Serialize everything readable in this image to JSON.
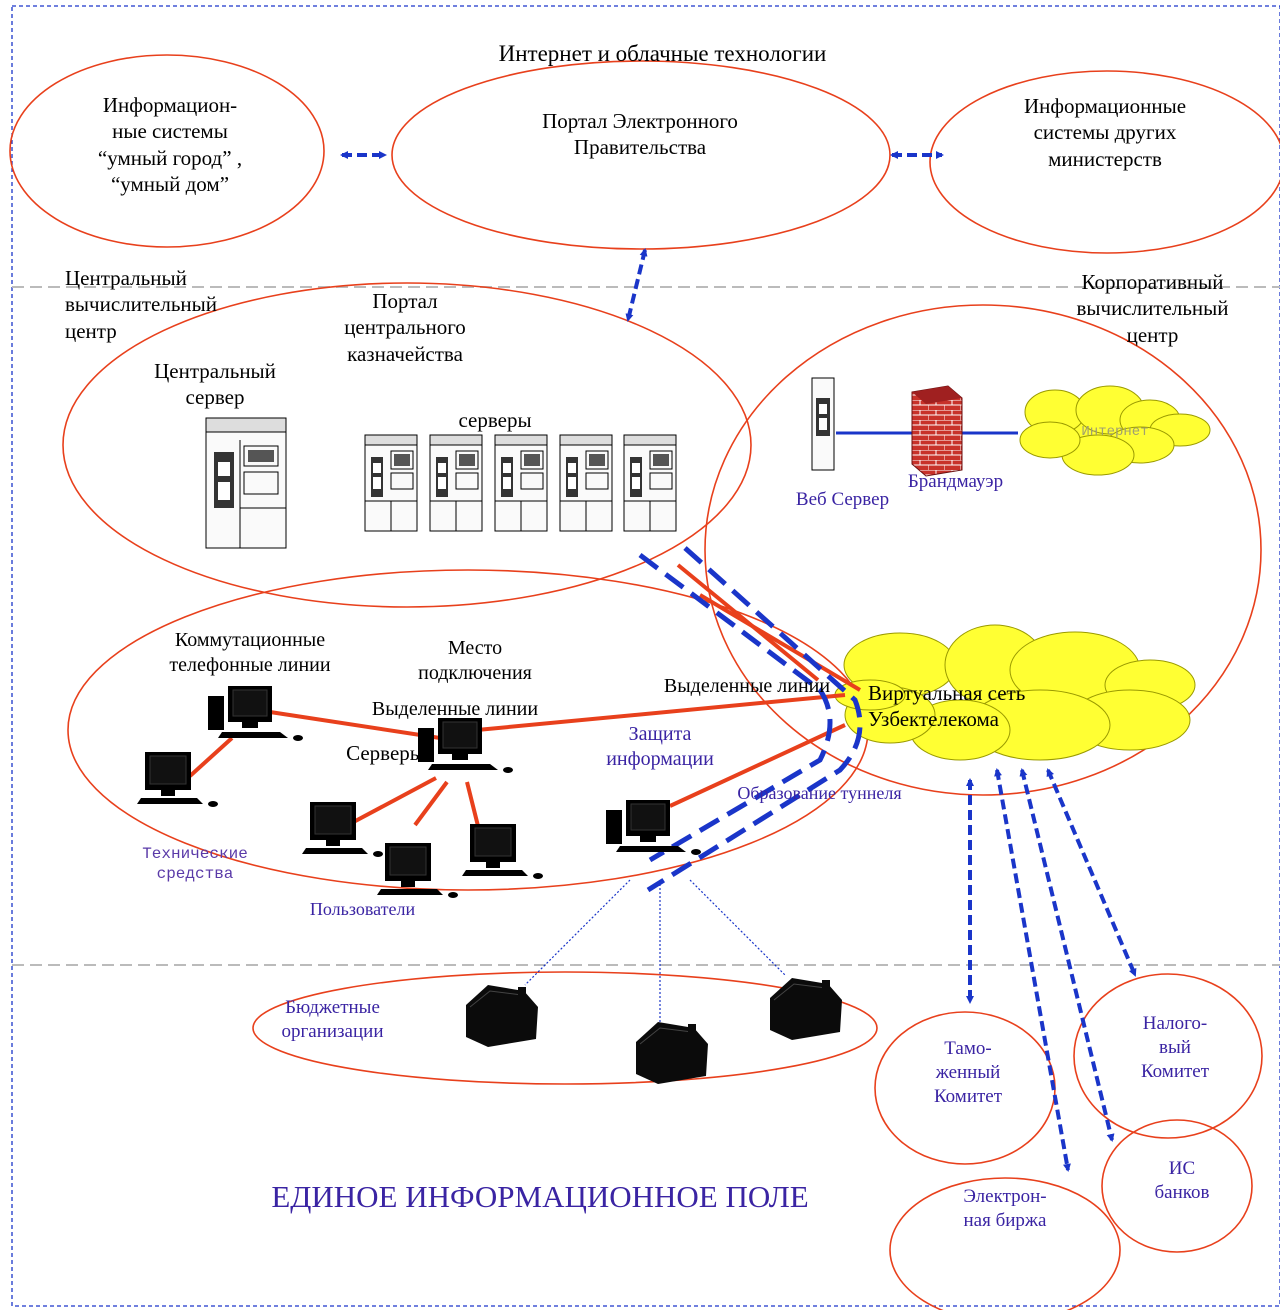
{
  "title_internet": "Интернет и облачные технологии",
  "smart_city": "Информацион-\nные системы\n“умный город” ,\n“умный дом”",
  "egov_portal": "Портал Электронного\nПравительства",
  "other_ministries": "Информационные\nсистемы других\nминистерств",
  "central_computing_center": "Центральный\nвычислительный\nцентр",
  "treasury_portal": "Портал\nцентрального\nказначейства",
  "central_server": "Центральный\nсервер",
  "servers": "серверы",
  "corporate_center": "Корпоративный\nвычислительный\nцентр",
  "internet_cloud": "Интернет",
  "web_server": "Веб Сервер",
  "firewall": "Брандмауэр",
  "switched_lines": "Коммутационные\nтелефонные линии",
  "connection_point": "Место\nподключения",
  "leased_lines_left": "Выделенные линии",
  "leased_lines_right": "Выделенные линии",
  "servers_local": "Серверы",
  "info_protection": "Защита\nинформации",
  "tunneling": "Образование туннеля",
  "virtual_network": "Виртуальная сеть\nУзбектелекома",
  "technical_means": "Технические\nсредства",
  "users": "Пользователи",
  "budget_orgs": "Бюджетные\nорганизации",
  "customs": "Тамо-\nженный\nКомитет",
  "tax": "Налого-\nвый\nКомитет",
  "exchange": "Электрон-\nная биржа",
  "banks": "ИС\nбанков",
  "unified_field": "ЕДИНОЕ ИНФОРМАЦИОННОЕ ПОЛЕ",
  "colors": {
    "ellipse": "#e8401c",
    "link_blue": "#1a35c9",
    "red_line": "#e8401c",
    "cloud": "#ffff33",
    "divider": "#bbbbbb"
  }
}
